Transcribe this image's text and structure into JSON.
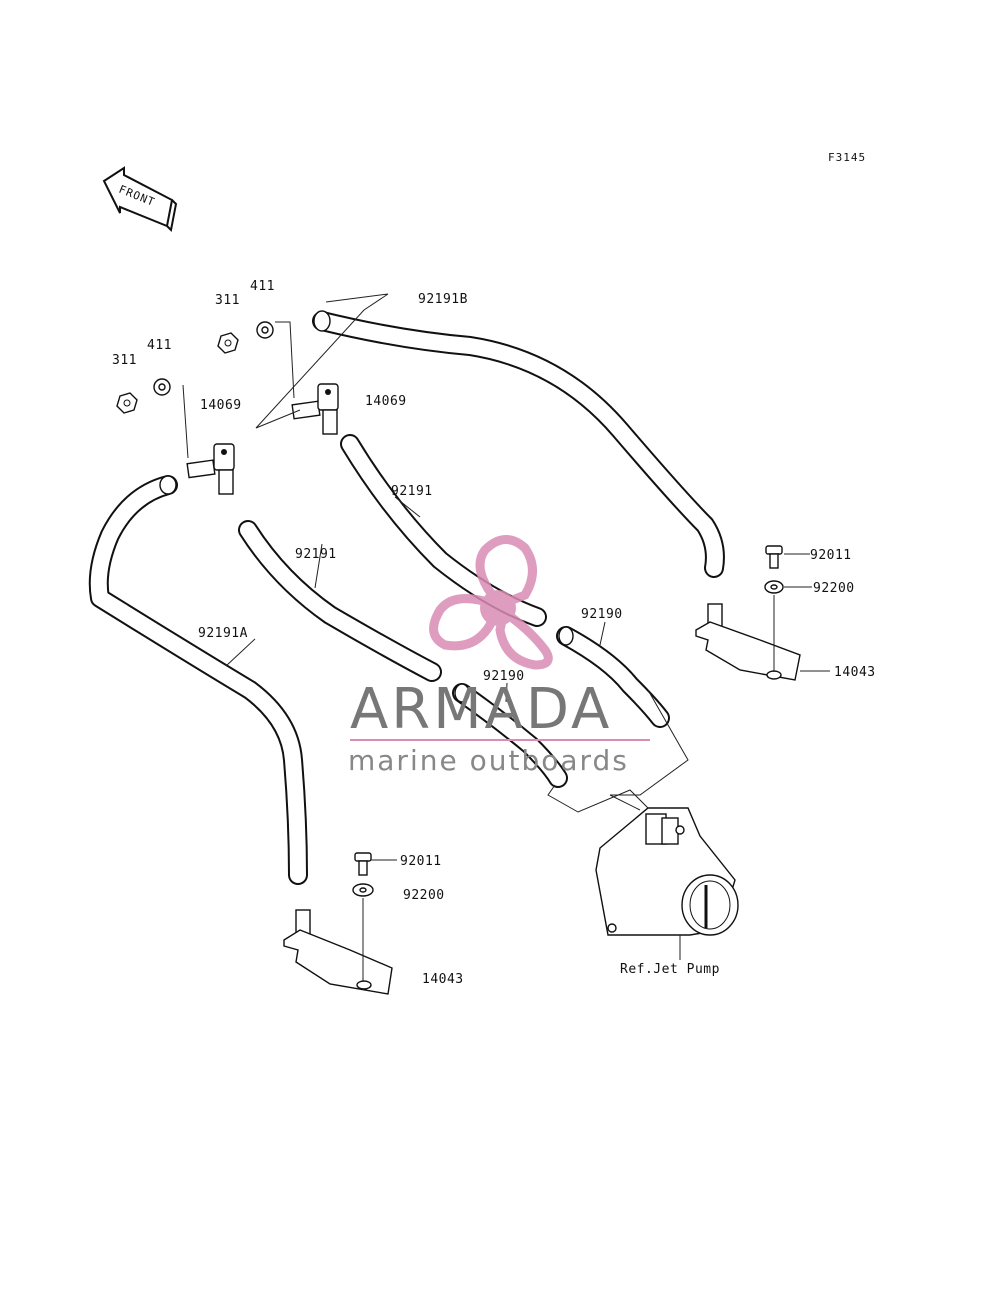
{
  "figure_id": "F3145",
  "front_label": "FRONT",
  "labels": {
    "nut_left": "311",
    "washer_left": "411",
    "nut_right": "311",
    "washer_right": "411",
    "fitting_left": "14069",
    "fitting_right": "14069",
    "hose_b": "92191B",
    "hose_a": "92191A",
    "hose_mid_left": "92191",
    "hose_mid_right": "92191",
    "hose_short_upper": "92190",
    "hose_short_lower": "92190",
    "bolt_right": "92011",
    "washer_bolt_right": "92200",
    "bracket_right": "14043",
    "bolt_left": "92011",
    "washer_bolt_left": "92200",
    "bracket_left": "14043",
    "jet_pump": "Ref.Jet Pump"
  },
  "watermark": {
    "title": "ARMADA",
    "subtitle": "marine outboards",
    "logo_color": "#d98cb4"
  }
}
